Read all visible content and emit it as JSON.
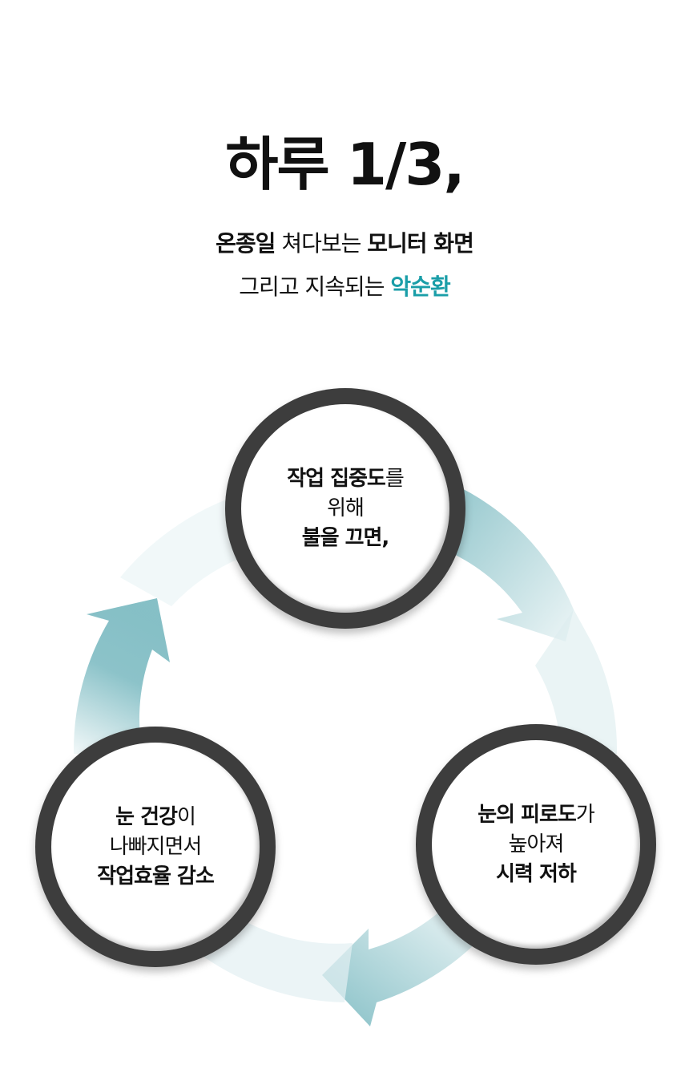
{
  "headline": "하루 1/3,",
  "subtitle": {
    "line1": [
      {
        "text": "온종일",
        "style": "bold"
      },
      {
        "text": " 쳐다보는 ",
        "style": "normal"
      },
      {
        "text": "모니터 화면",
        "style": "bold"
      }
    ],
    "line2": [
      {
        "text": "그리고 지속되는 ",
        "style": "normal"
      },
      {
        "text": "악순환",
        "style": "accent"
      }
    ]
  },
  "cycle": {
    "nodes": [
      {
        "id": "top",
        "line1_bold": "작업 집중도",
        "line1_rest": "를",
        "line2": "위해",
        "line3": "불을 끄면,"
      },
      {
        "id": "right",
        "line1_bold": "눈의 피로도",
        "line1_rest": "가",
        "line2": "높아져",
        "line3": "시력 저하"
      },
      {
        "id": "left",
        "line1_bold": "눈 건강",
        "line1_rest": "이",
        "line2": "나빠지면서",
        "line3": "작업효율 감소"
      }
    ]
  },
  "colors": {
    "accent": "#1a9ea8",
    "ring_dark": "#3d3d3d",
    "arrow": "#7fbcc3",
    "arrow_light": "#e6f2f4",
    "text": "#111111"
  }
}
